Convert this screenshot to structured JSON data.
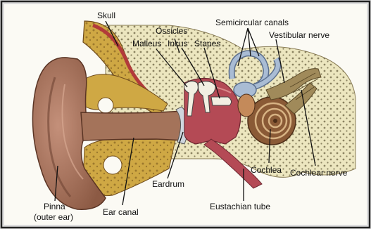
{
  "labels": {
    "skull": "Skull",
    "ossicles": "Ossicles",
    "malleus": "Malleus",
    "incus": "Incus",
    "stapes": "Stapes",
    "semicircular_canals": "Semicircular canals",
    "vestibular_nerve": "Vestibular nerve",
    "cochlea": "Cochlea",
    "cochlear_nerve": "Cochlear nerve",
    "eardrum": "Eardrum",
    "eustachian_tube": "Eustachian tube",
    "pinna_line1": "Pinna",
    "pinna_line2": "(outer ear)",
    "ear_canal": "Ear canal"
  },
  "colors": {
    "page_background": "#dcdcdc",
    "frame": "#222222",
    "panel": "#fbfaf4",
    "bone": "#ece6bf",
    "skin": "#a4735a",
    "skin_dark": "#6f4433",
    "fat_yellow": "#cfa844",
    "muscle_red": "#b44a55",
    "inner_ear_blue": "#a9bcd4",
    "cochlea_brown": "#8a5a36",
    "nerve_tan": "#a08a5a"
  }
}
